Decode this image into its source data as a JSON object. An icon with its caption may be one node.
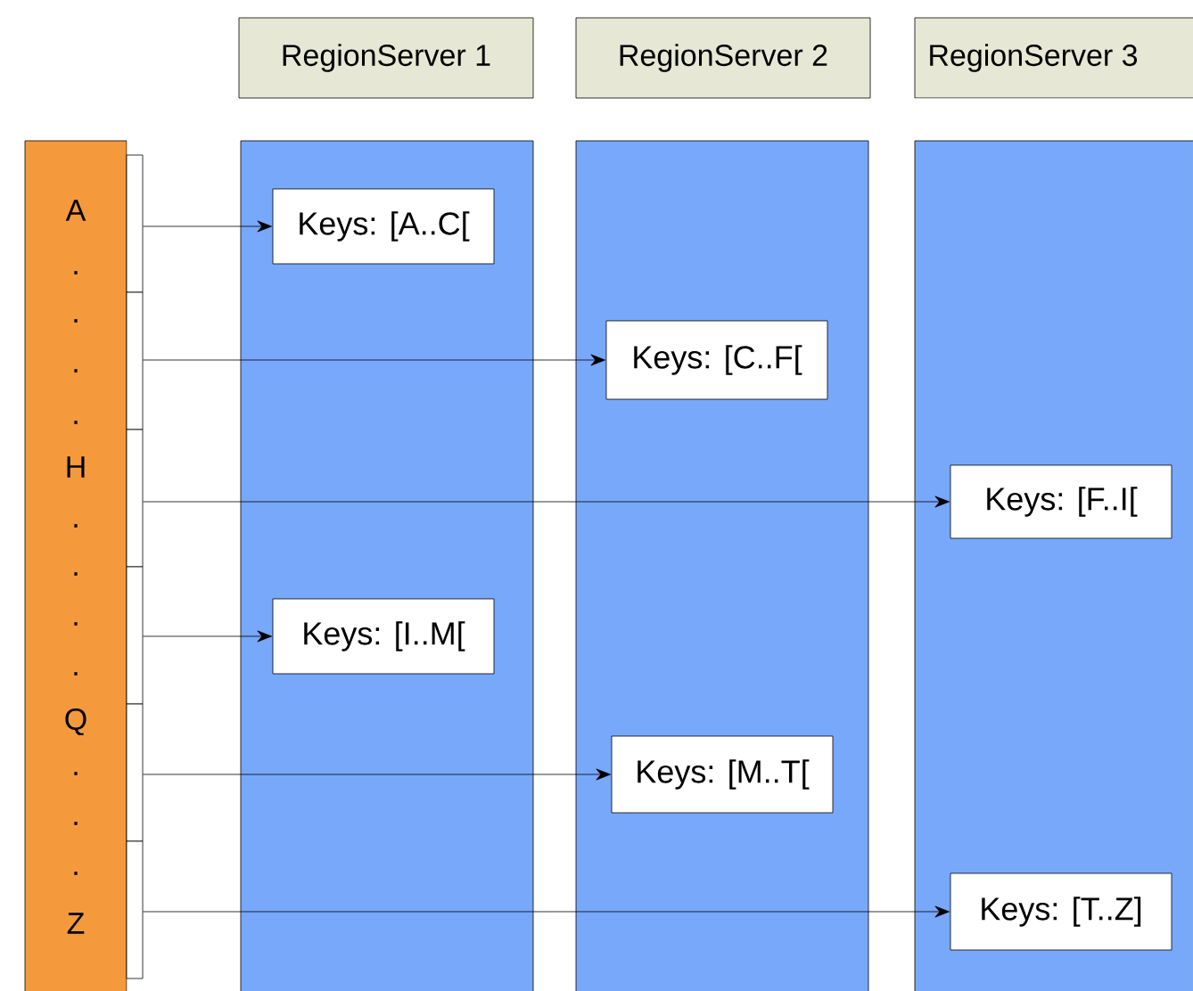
{
  "diagram": {
    "nodes": [
      {
        "text": [
          "RegionServer 1"
        ]
      },
      {
        "text": [
          "RegionServer 2"
        ]
      },
      {
        "text": [
          "RegionServer 3"
        ]
      },
      {
        "text": [],
        "shape": "box"
      },
      {
        "text": [],
        "shape": "box"
      },
      {
        "text": [],
        "shape": "box"
      },
      {
        "text": [
          "A",
          ".",
          ".",
          ".",
          ".",
          "H",
          ".",
          ".",
          ".",
          ".",
          "Q",
          ".",
          ".",
          ".",
          "Z"
        ]
      },
      {
        "text": [],
        "shape": "box"
      },
      {
        "text": [],
        "shape": "box"
      },
      {
        "text": [],
        "shape": "box"
      },
      {
        "text": [],
        "shape": "box"
      },
      {
        "text": [],
        "shape": "box"
      },
      {
        "text": [],
        "shape": "box"
      },
      {
        "text": [
          "Keys: [A..C["
        ],
        "in": 3
      },
      {
        "text": [
          "Keys: [C..F["
        ],
        "in": 4
      },
      {
        "text": [
          "Keys: [F..I["
        ],
        "in": 5
      },
      {
        "text": [
          "Keys: [I..M["
        ],
        "in": 3
      },
      {
        "text": [
          "Keys: [M..T["
        ],
        "in": 4
      },
      {
        "text": [
          "Keys: [T..Z]"
        ],
        "in": 5
      }
    ],
    "edges": [
      {
        "from": 7,
        "to": 13,
        "arrow": "to"
      },
      {
        "from": 8,
        "to": 14,
        "arrow": "to"
      },
      {
        "from": 9,
        "to": 15,
        "arrow": "to"
      },
      {
        "from": 10,
        "to": 16,
        "arrow": "to"
      },
      {
        "from": 11,
        "to": 17,
        "arrow": "to"
      },
      {
        "from": 12,
        "to": 18,
        "arrow": "to"
      }
    ]
  }
}
